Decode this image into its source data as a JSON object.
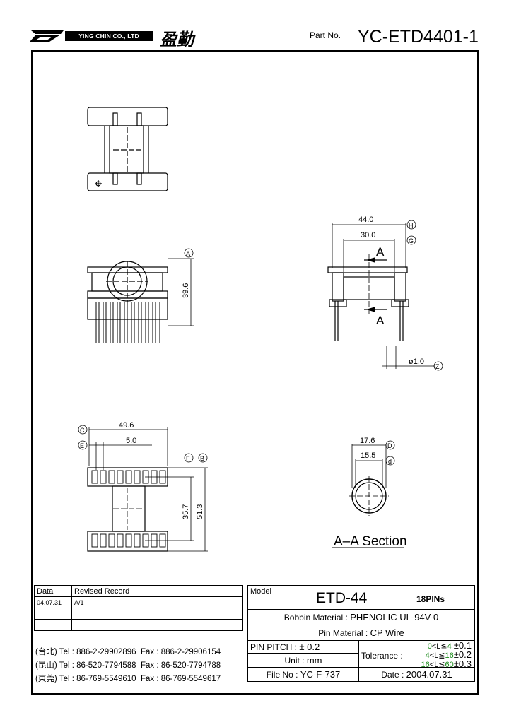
{
  "header": {
    "company_name": "YING CHIN CO., LTD",
    "company_cn": "盈勤",
    "part_label": "Part No.",
    "part_number": "YC-ETD4401-1"
  },
  "drawing": {
    "dim_44": "44.0",
    "dim_30": "30.0",
    "label_H": "H",
    "label_G": "G",
    "section_mark": "A",
    "dim_39_6": "39.6",
    "label_A": "A",
    "dim_pin": "ø1.0",
    "label_Z": "Z",
    "dim_49_6": "49.6",
    "dim_5_0": "5.0",
    "label_C": "C",
    "label_E": "E",
    "label_F": "F",
    "label_B": "B",
    "dim_35_7": "35.7",
    "dim_51_3": "51.3",
    "dim_17_6": "17.6",
    "dim_15_5": "15.5",
    "label_D": "D",
    "label_d": "d",
    "section_title": "A–A Section"
  },
  "revision": {
    "col_data": "Data",
    "col_record": "Revised Record",
    "rows": [
      {
        "date": "04.07.31",
        "record": "A/1"
      },
      {
        "date": "",
        "record": ""
      },
      {
        "date": "",
        "record": ""
      }
    ]
  },
  "contacts": [
    {
      "loc": "(台北)",
      "tel": "Tel : 886-2-29902896",
      "fax": "Fax : 886-2-29906154"
    },
    {
      "loc": "(昆山)",
      "tel": "Tel : 86-520-7794588",
      "fax": "Fax : 86-520-7794788"
    },
    {
      "loc": "(東莞)",
      "tel": "Tel : 86-769-5549610",
      "fax": "Fax : 86-769-5549617"
    }
  ],
  "info": {
    "model_label": "Model",
    "model_value": "ETD-44",
    "pins": "18PINs",
    "bobbin_label": "Bobbin  Material :",
    "bobbin_value": "PHENOLIC UL-94V-0",
    "pin_label": "Pin  Material :",
    "pin_value": "CP  Wire",
    "pitch_label": "PIN  PITCH :",
    "pitch_value": "± 0.2",
    "unit_label": "Unit :",
    "unit_value": "mm",
    "file_label": "File  No :",
    "file_value": "YC-F-737",
    "tol_label": "Tolerance :",
    "tol_rows": [
      {
        "a": "0",
        "op1": "<L≦",
        "b": "4",
        "tol": "±0.1"
      },
      {
        "a": "4",
        "op1": "<L≦",
        "b": "16",
        "tol": "±0.2"
      },
      {
        "a": "16",
        "op1": "<L≦",
        "b": "60",
        "tol": "±0.3"
      }
    ],
    "date_label": "Date :",
    "date_value": "2004.07.31"
  }
}
